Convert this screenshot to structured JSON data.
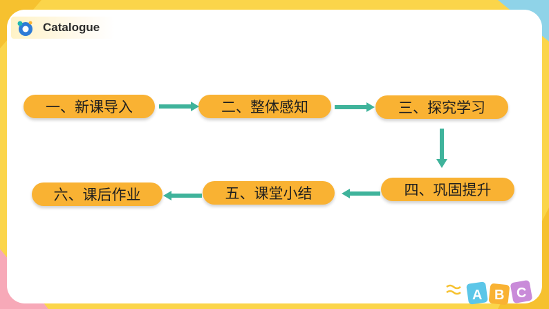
{
  "header": {
    "title": "Catalogue"
  },
  "steps": [
    "一、新课导入",
    "二、整体感知",
    "三、探究学习",
    "四、巩固提升",
    "五、课堂小结",
    "六、课后作业"
  ],
  "decoration": {
    "letters": [
      "A",
      "B",
      "C"
    ]
  },
  "colors": {
    "background": "#fbd54a",
    "step_fill": "#f9b233",
    "arrow": "#3fb39b",
    "logo_blue": "#2e7bd6",
    "logo_teal": "#22b8b0"
  }
}
